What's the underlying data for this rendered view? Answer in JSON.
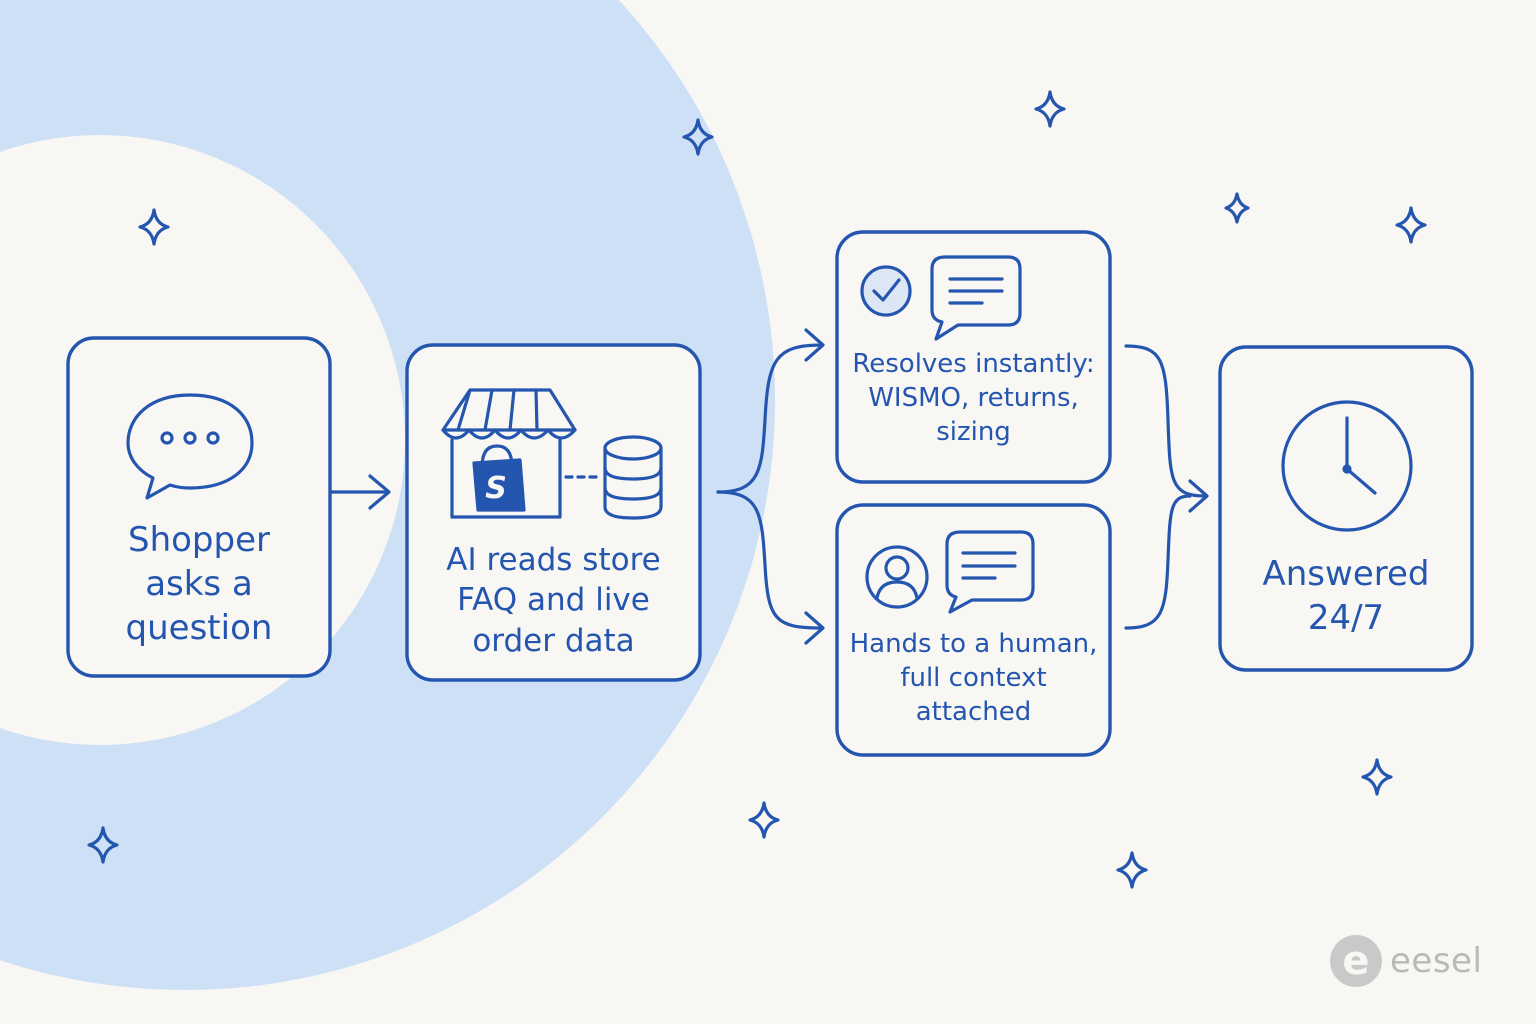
{
  "colors": {
    "ink": "#2456b0",
    "background": "#f8f7f3",
    "circle_fill": "#cde0f6",
    "brand_gray": "#b9b9b9"
  },
  "nodes": {
    "shopper": {
      "label": "Shopper\nasks a\nquestion",
      "icon": "speech-bubble-ellipsis-icon"
    },
    "ai": {
      "label": "AI reads store\nFAQ and live\norder data",
      "icons": [
        "storefront-shopify-icon",
        "database-icon"
      ]
    },
    "resolves": {
      "label": "Resolves instantly:\nWISMO, returns,\nsizing",
      "icons": [
        "checkmark-circle-icon",
        "chat-message-icon"
      ]
    },
    "handoff": {
      "label": "Hands to a human,\nfull context\nattached",
      "icons": [
        "user-avatar-icon",
        "chat-message-icon"
      ]
    },
    "answered": {
      "label": "Answered\n24/7",
      "icon": "clock-icon"
    }
  },
  "shop_badge": "S",
  "brand": {
    "logo_letter": "e",
    "name": "eesel"
  }
}
